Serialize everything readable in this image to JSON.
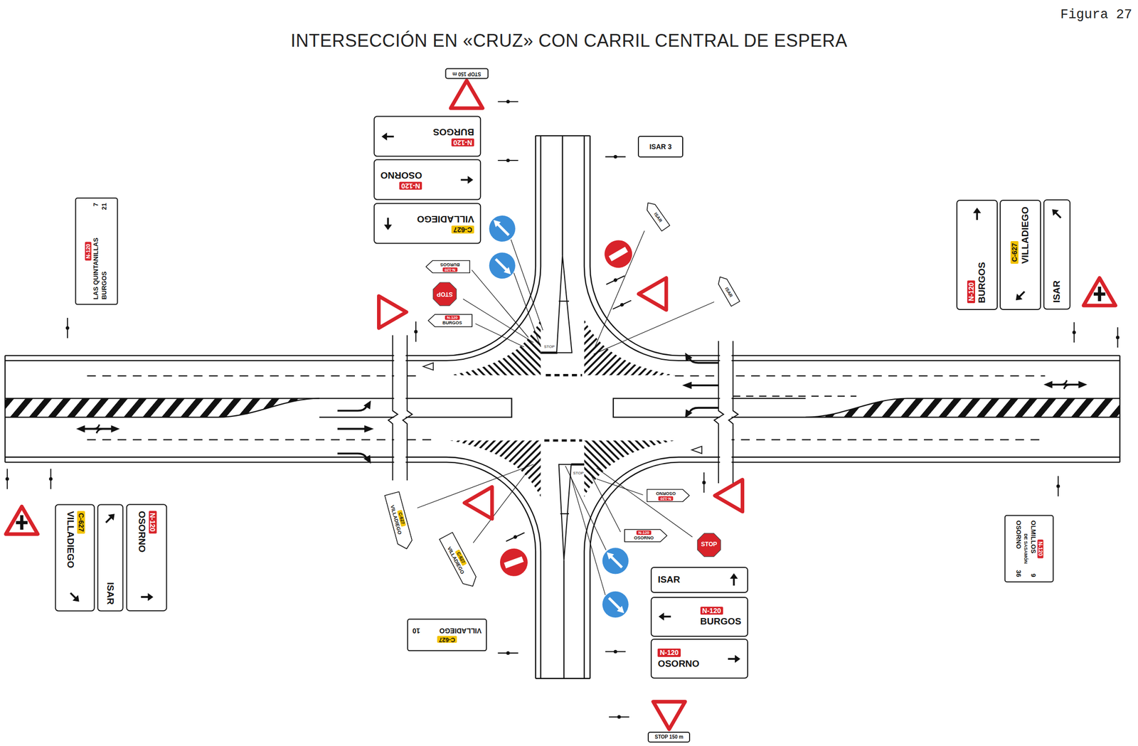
{
  "diagram": {
    "title": "INTERSECCIÓN EN «CRUZ» CON CARRIL CENTRAL DE ESPERA",
    "nodes": [
      {
        "text": [
          "STOP 150 m"
        ]
      },
      {
        "text": [
          "N-120",
          "BURGOS"
        ]
      },
      {
        "text": [
          "N-120",
          "OSORNO"
        ]
      },
      {
        "text": [
          "C-627",
          "VILLADIEGO"
        ]
      },
      {
        "text": [
          "ISAR 3"
        ]
      },
      {
        "text": [
          "ISAR"
        ]
      },
      {
        "text": [
          "ISAR"
        ]
      },
      {
        "text": [
          "N-120",
          "LAS QUINTANILLAS",
          "7",
          "BURGOS",
          "21"
        ]
      },
      {
        "text": [
          "N-120",
          "BURGOS"
        ]
      },
      {
        "text": [
          "N-120",
          "BURGOS"
        ]
      },
      {
        "text": [
          "STOP"
        ]
      },
      {
        "text": [
          "N-120",
          "BURGOS"
        ]
      },
      {
        "text": [
          "C-627",
          "VILLADIEGO"
        ]
      },
      {
        "text": [
          "ISAR"
        ]
      },
      {
        "text": [
          "C-627",
          "VILLADIEGO"
        ]
      },
      {
        "text": [
          "ISAR"
        ]
      },
      {
        "text": [
          "N-120",
          "OSORNO"
        ]
      },
      {
        "text": [
          "N-120",
          "OLMILLOS",
          "DE SASAMÓN",
          "9",
          "OSORNO",
          "36"
        ]
      },
      {
        "text": [
          "C-627",
          "VILLADIEGO"
        ]
      },
      {
        "text": [
          "C-627",
          "VILLADIEGO"
        ]
      },
      {
        "text": [
          "N-120",
          "OSORNO"
        ]
      },
      {
        "text": [
          "N-120",
          "OSORNO"
        ]
      },
      {
        "text": [
          "STOP"
        ]
      },
      {
        "text": [
          "C-627",
          "VILLADIEGO",
          "10"
        ]
      },
      {
        "text": [
          "ISAR"
        ]
      },
      {
        "text": [
          "N-120",
          "BURGOS"
        ]
      },
      {
        "text": [
          "N-120",
          "OSORNO"
        ]
      },
      {
        "text": [
          "STOP 150 m"
        ]
      }
    ],
    "labels": [
      "Figura 27",
      "STOP",
      "STOP"
    ]
  }
}
